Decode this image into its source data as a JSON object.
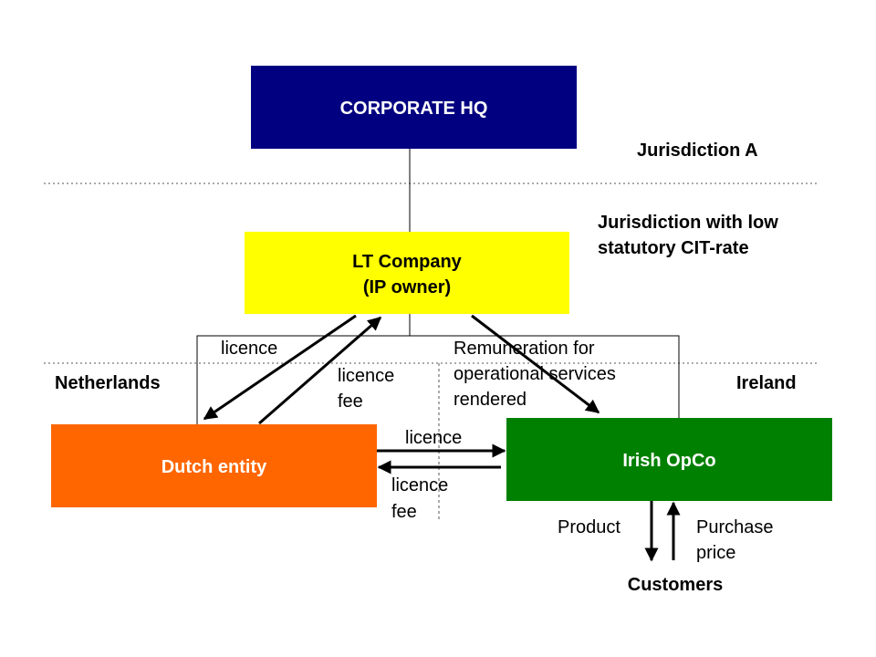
{
  "boxes": {
    "hq": {
      "label": "CORPORATE HQ",
      "color": "#000080",
      "text_color": "#ffffff"
    },
    "lt": {
      "line1": "LT Company",
      "line2": "(IP owner)",
      "color": "#ffff00",
      "text_color": "#000000"
    },
    "dutch": {
      "label": "Dutch entity",
      "color": "#ff6600",
      "text_color": "#ffffff"
    },
    "irish": {
      "label": "Irish OpCo",
      "color": "#008000",
      "text_color": "#ffffff"
    }
  },
  "jurisdictions": {
    "a": "Jurisdiction A",
    "low_line1": "Jurisdiction with low",
    "low_line2": "statutory CIT-rate",
    "netherlands": "Netherlands",
    "ireland": "Ireland"
  },
  "flows": {
    "licence_top": "licence",
    "licence_fee_top_line1": "licence",
    "licence_fee_top_line2": "fee",
    "remuneration_line1": "Remuneration for",
    "remuneration_line2": "operational services",
    "remuneration_line3": "rendered",
    "licence_mid": "licence",
    "licence_fee_mid_line1": "licence",
    "licence_fee_mid_line2": "fee",
    "product": "Product",
    "purchase_line1": "Purchase",
    "purchase_line2": "price"
  },
  "customers": "Customers"
}
